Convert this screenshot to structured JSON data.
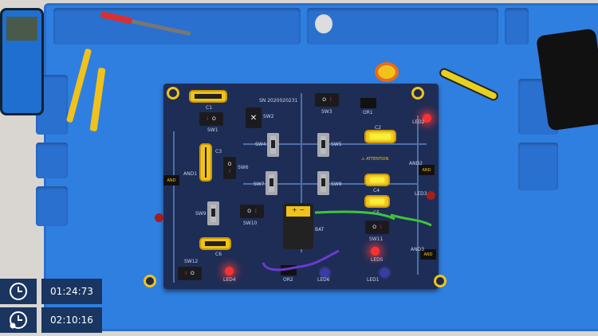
{
  "board": {
    "serial": "SN 2020020231",
    "components": {
      "capacitors": [
        "C1",
        "C2",
        "C3",
        "C4",
        "C5",
        "C6"
      ],
      "switches": [
        "SW1",
        "SW2",
        "SW3",
        "SW4",
        "SW5",
        "SW6",
        "SW7",
        "SW8",
        "SW9",
        "SW10",
        "SW11",
        "SW12"
      ],
      "leds": [
        "LED1",
        "LED2",
        "LED3",
        "LED4",
        "LED5",
        "LED6"
      ],
      "gates": [
        "OR1",
        "OR2",
        "AND1",
        "AND2",
        "AND3"
      ],
      "battery": "BAT",
      "gate_text": "AND",
      "switch_on": "I",
      "switch_off": "O",
      "warning_title": "ATTENTION"
    }
  },
  "timers": [
    {
      "icon": "clock-icon",
      "value": "01:24:73"
    },
    {
      "icon": "best-time-clock-icon",
      "value": "02:10:16"
    }
  ],
  "colors": {
    "mat": "#2f7fe0",
    "board": "#1e2d55",
    "accent": "#f1c21b",
    "led_on": "#ff3030",
    "timer_bg": "#1a3560"
  }
}
